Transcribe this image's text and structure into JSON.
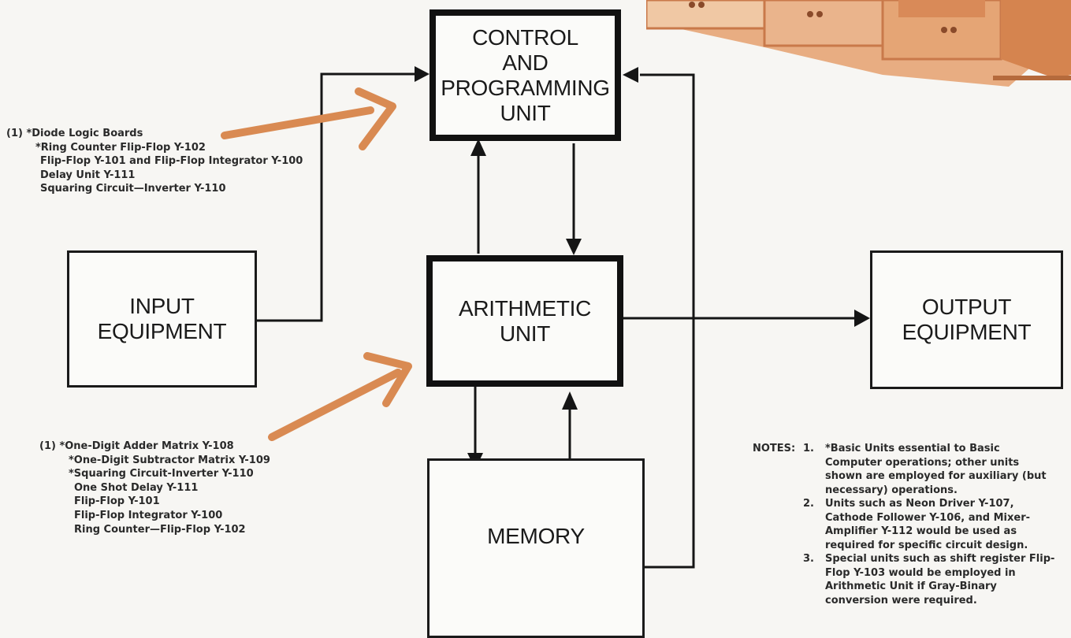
{
  "diagram": {
    "blocks": {
      "control": [
        "CONTROL",
        "AND",
        "PROGRAMMING",
        "UNIT"
      ],
      "input": [
        "INPUT",
        "EQUIPMENT"
      ],
      "arithmetic": [
        "ARITHMETIC",
        "UNIT"
      ],
      "output": [
        "OUTPUT",
        "EQUIPMENT"
      ],
      "memory": [
        "MEMORY"
      ]
    },
    "control_parts": [
      "(1) *Diode Logic Boards",
      "*Ring Counter Flip-Flop Y-102",
      "Flip-Flop Y-101 and Flip-Flop Integrator Y-100",
      "Delay Unit Y-111",
      "Squaring Circuit—Inverter Y-110"
    ],
    "arithmetic_parts": [
      "(1) *One-Digit Adder Matrix Y-108",
      "*One-Digit Subtractor Matrix Y-109",
      "*Squaring Circuit-Inverter Y-110",
      "One Shot Delay Y-111",
      "Flip-Flop Y-101",
      "Flip-Flop Integrator Y-100",
      "Ring Counter—Flip-Flop Y-102"
    ],
    "notes": {
      "label": "NOTES:",
      "items": [
        {
          "num": "1.",
          "text": "*Basic Units essential to Basic Computer operations; other units shown are employed for auxiliary (but necessary) operations."
        },
        {
          "num": "2.",
          "text": "Units such as Neon Driver Y-107, Cathode Follower Y-106, and Mixer-Amplifier Y-112 would be used as required for specific circuit design."
        },
        {
          "num": "3.",
          "text": "Special units such as shift register Flip-Flop Y-103 would be employed in Arithmetic Unit if Gray-Binary conversion were required."
        }
      ]
    },
    "colors": {
      "line": "#151515",
      "pointer_arrow": "#d98a52",
      "machine": "#dd9a6a"
    }
  }
}
